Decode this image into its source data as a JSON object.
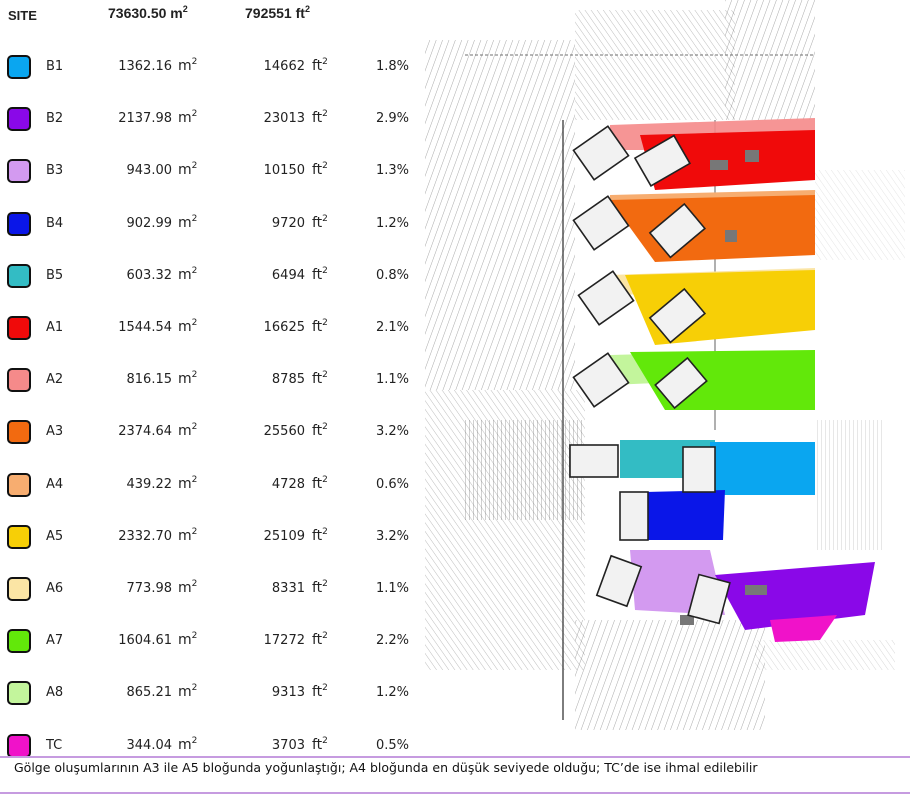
{
  "site": {
    "name": "SITE",
    "area_m2": "73630.50",
    "unit_m": "m",
    "area_ft2": "792551",
    "unit_ft": "ft",
    "exp": "2"
  },
  "units": {
    "m": "m",
    "ft": "ft",
    "exp": "2"
  },
  "rows": [
    {
      "name": "B1",
      "color": "#0aa6f0",
      "m2": "1362.16",
      "ft2": "14662",
      "pct": "1.8%"
    },
    {
      "name": "B2",
      "color": "#8a08e8",
      "m2": "2137.98",
      "ft2": "23013",
      "pct": "2.9%"
    },
    {
      "name": "B3",
      "color": "#d39af0",
      "m2": "943.00",
      "ft2": "10150",
      "pct": "1.3%"
    },
    {
      "name": "B4",
      "color": "#0a16e8",
      "m2": "902.99",
      "ft2": "9720",
      "pct": "1.2%"
    },
    {
      "name": "B5",
      "color": "#33bcc4",
      "m2": "603.32",
      "ft2": "6494",
      "pct": "0.8%"
    },
    {
      "name": "A1",
      "color": "#f00a0a",
      "m2": "1544.54",
      "ft2": "16625",
      "pct": "2.1%"
    },
    {
      "name": "A2",
      "color": "#f58a8a",
      "m2": "816.15",
      "ft2": "8785",
      "pct": "1.1%"
    },
    {
      "name": "A3",
      "color": "#f26a10",
      "m2": "2374.64",
      "ft2": "25560",
      "pct": "3.2%"
    },
    {
      "name": "A4",
      "color": "#f7ad70",
      "m2": "439.22",
      "ft2": "4728",
      "pct": "0.6%"
    },
    {
      "name": "A5",
      "color": "#f7cf06",
      "m2": "2332.70",
      "ft2": "25109",
      "pct": "3.2%"
    },
    {
      "name": "A6",
      "color": "#fbe5a5",
      "m2": "773.98",
      "ft2": "8331",
      "pct": "1.1%"
    },
    {
      "name": "A7",
      "color": "#62e80a",
      "m2": "1604.61",
      "ft2": "17272",
      "pct": "2.2%"
    },
    {
      "name": "A8",
      "color": "#c3f59c",
      "m2": "865.21",
      "ft2": "9313",
      "pct": "1.2%"
    },
    {
      "name": "TC",
      "color": "#f012c9",
      "m2": "344.04",
      "ft2": "3703",
      "pct": "0.5%"
    }
  ],
  "caption": "Gölge oluşumlarının A3 ile A5 bloğunda yoğunlaştığı; A4  bloğunda en düşük seviyede olduğu; TC’de ise ihmal edilebilir",
  "colors": {
    "caption_border": "#c69be0",
    "building": "#f2f2f2",
    "dark_shadow": "#777777"
  }
}
